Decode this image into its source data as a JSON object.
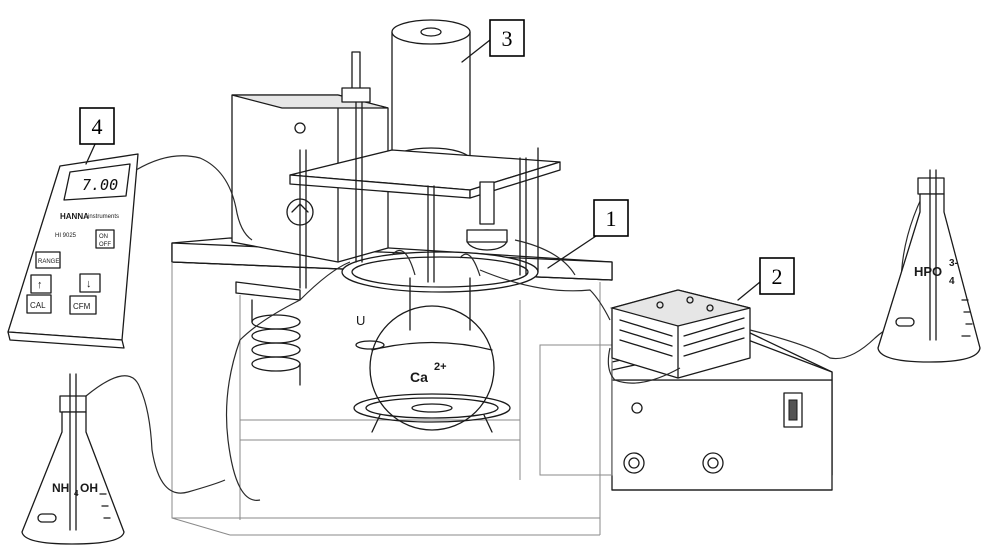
{
  "callouts": {
    "c1": "1",
    "c2": "2",
    "c3": "3",
    "c4": "4"
  },
  "chemicals": {
    "calcium_base": "Ca",
    "calcium_charge": "2+",
    "phosphate_base": "HPO",
    "phosphate_sub": "4",
    "phosphate_charge": "3-",
    "ammonia_a": "NH",
    "ammonia_sub": "4",
    "ammonia_b": "OH"
  },
  "ph_meter": {
    "display": "7.00",
    "brand": "HANNA",
    "brand_suffix": "instruments",
    "model": "HI 9025",
    "key_onoff_1": "ON",
    "key_onoff_2": "OFF",
    "key_range": "RANGE",
    "key_cal": "CAL",
    "key_cfm": "CFM"
  }
}
